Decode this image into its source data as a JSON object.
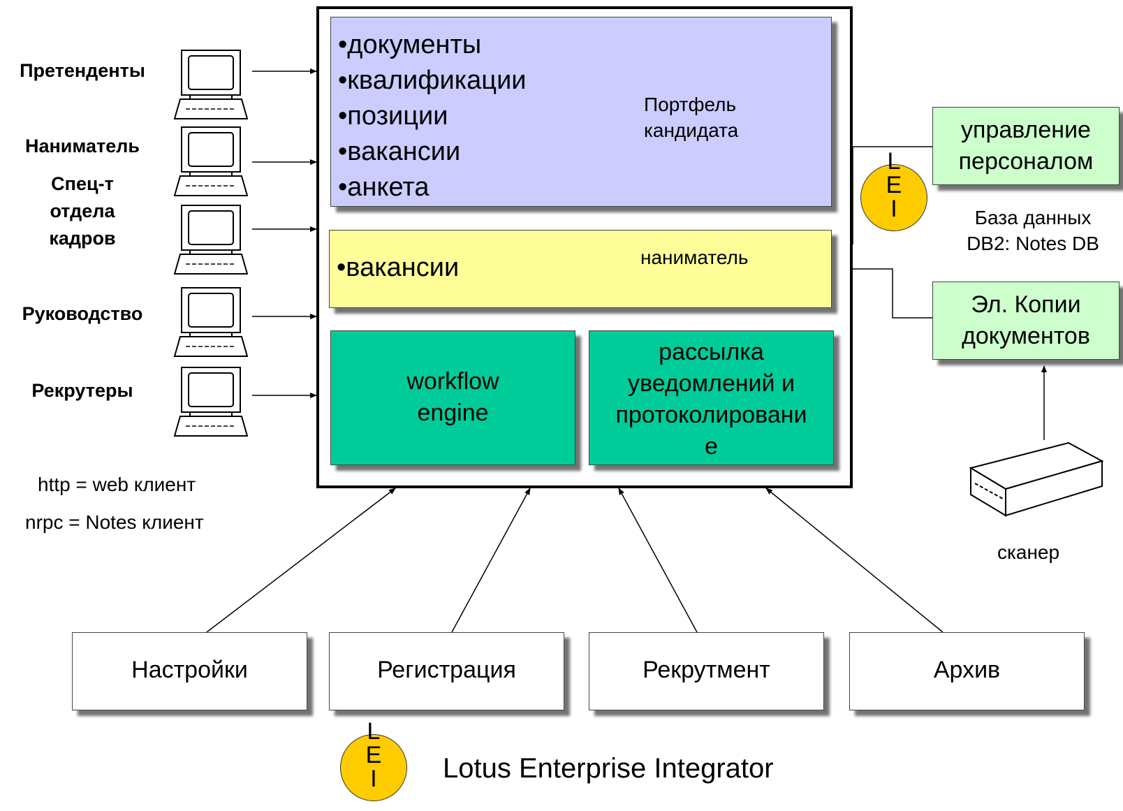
{
  "users": [
    {
      "label": "Претенденты"
    },
    {
      "label": "Наниматель"
    },
    {
      "label": "Спец-т\nотдела\nкадров"
    },
    {
      "label": "Руководство"
    },
    {
      "label": "Рекрутеры"
    }
  ],
  "portfolio": {
    "items": [
      "•документы",
      "•квалификации",
      "•позиции",
      "•вакансии",
      "•анкета"
    ],
    "label": "Портфель\nкандидата"
  },
  "employer": {
    "items": [
      "•вакансии"
    ],
    "label": "наниматель"
  },
  "engines": {
    "workflow": "workflow\nengine",
    "notifications": "рассылка\nуведомлений и\nпротоколировани\nе"
  },
  "external": {
    "hr": "управление\nперсоналом",
    "db_note": "База данных\nDB2: Notes DB",
    "copies": "Эл. Копии\nдокументов",
    "scanner": "сканер"
  },
  "lei": {
    "letters": [
      "L",
      "E",
      "I"
    ],
    "legend": "Lotus Enterprise Integrator"
  },
  "modules": [
    "Настройки",
    "Регистрация",
    "Рекрутмент",
    "Архив"
  ],
  "protocols": [
    "http = web клиент",
    "nrpc = Notes клиент"
  ],
  "colors": {
    "portfolio": "#ccccff",
    "employer": "#ffff99",
    "engine": "#00cc99",
    "external": "#ccffcc",
    "lei": "#ffcc00"
  }
}
